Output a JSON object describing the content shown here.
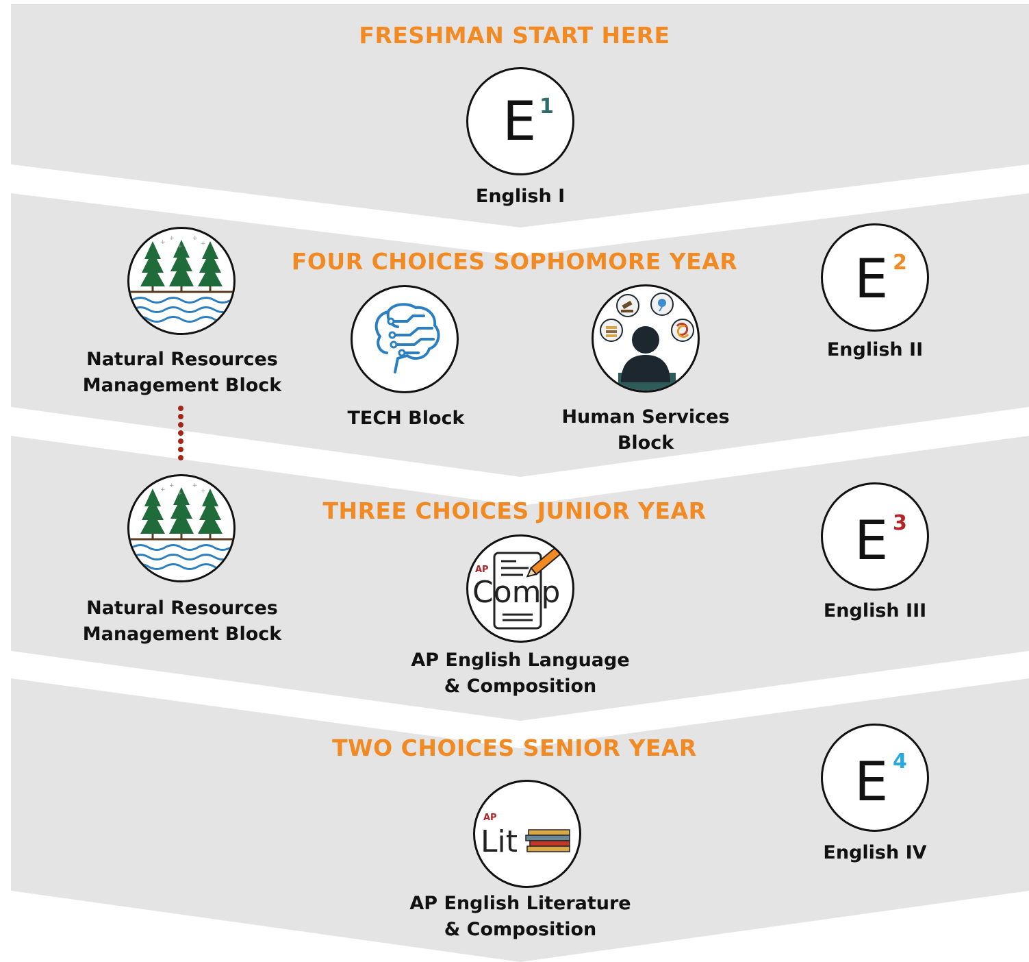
{
  "headers": {
    "freshman": "FRESHMAN START HERE",
    "sophomore": "FOUR CHOICES SOPHOMORE YEAR",
    "junior": "THREE CHOICES JUNIOR YEAR",
    "senior": "TWO CHOICES SENIOR YEAR"
  },
  "freshman": {
    "english": {
      "letter": "E",
      "number": "1",
      "label": "English I"
    }
  },
  "sophomore": {
    "natural_resources": {
      "line1": "Natural Resources",
      "line2": "Management Block"
    },
    "tech": {
      "label": "TECH Block"
    },
    "human_services": {
      "line1": "Human Services",
      "line2": "Block"
    },
    "english": {
      "letter": "E",
      "number": "2",
      "label": "English II"
    }
  },
  "junior": {
    "natural_resources": {
      "line1": "Natural Resources",
      "line2": "Management Block"
    },
    "ap_comp": {
      "badge": "AP",
      "word": "Comp",
      "line1": "AP English Language",
      "line2": "& Composition"
    },
    "english": {
      "letter": "E",
      "number": "3",
      "label": "English III"
    }
  },
  "senior": {
    "ap_lit": {
      "badge": "AP",
      "word": "Lit",
      "line1": "AP English Literature",
      "line2": "& Composition"
    },
    "english": {
      "letter": "E",
      "number": "4",
      "label": "English IV"
    }
  },
  "colors": {
    "header": "#f28a24",
    "band": "#e4e4e4",
    "e1": "#2e6b6b",
    "e2": "#f28a24",
    "e3": "#b0262a",
    "e4": "#29a9e1",
    "connector": "#a0281b"
  }
}
